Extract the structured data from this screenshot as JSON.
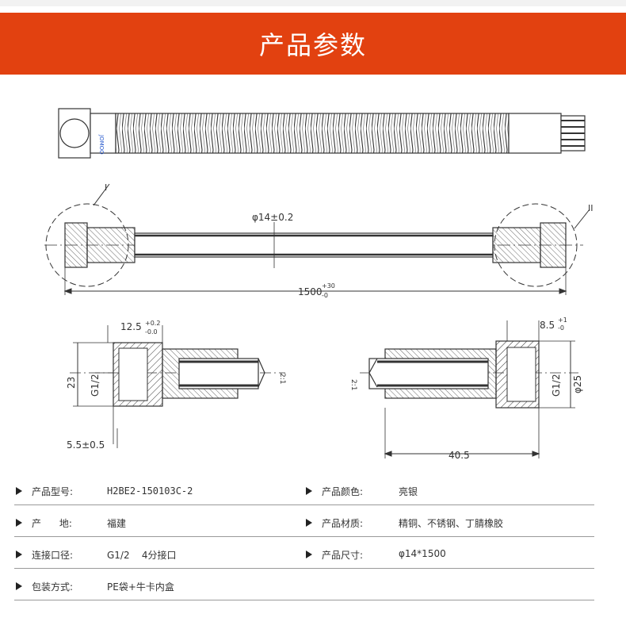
{
  "banner": {
    "title": "产品参数"
  },
  "drawing": {
    "label_i": "I",
    "label_ii": "II",
    "dia_label": "φ14±0.2",
    "length_label": "1500",
    "length_tol_up": "+30",
    "length_tol_down": "-0",
    "d1_label": "12.5",
    "d1_tol_up": "+0.2",
    "d1_tol_down": "-0.0",
    "d23": "23",
    "g12_left": "G1/2",
    "d55": "5.5±0.5",
    "scale_left": "2:1",
    "scale_right": "2:1",
    "d85": "8.5",
    "d85_up": "+1",
    "d85_down": "-0",
    "g12_right": "G1/2",
    "d25": "φ25",
    "d405": "40.5"
  },
  "specs": {
    "rows": [
      {
        "left_label": "产品型号:",
        "left_value": "H2BE2-150103C-2",
        "right_label": "产品颜色:",
        "right_value": "亮银"
      },
      {
        "left_label": "产      地:",
        "left_value": "福建",
        "right_label": "产品材质:",
        "right_value": "精铜、不锈钢、丁腈橡胶"
      },
      {
        "left_label": "连接口径:",
        "left_value": "G1/2    4分接口",
        "right_label": "产品尺寸:",
        "right_value": "φ14*1500"
      },
      {
        "left_label": "包装方式:",
        "left_value": "PE袋+牛卡内盒"
      }
    ]
  }
}
